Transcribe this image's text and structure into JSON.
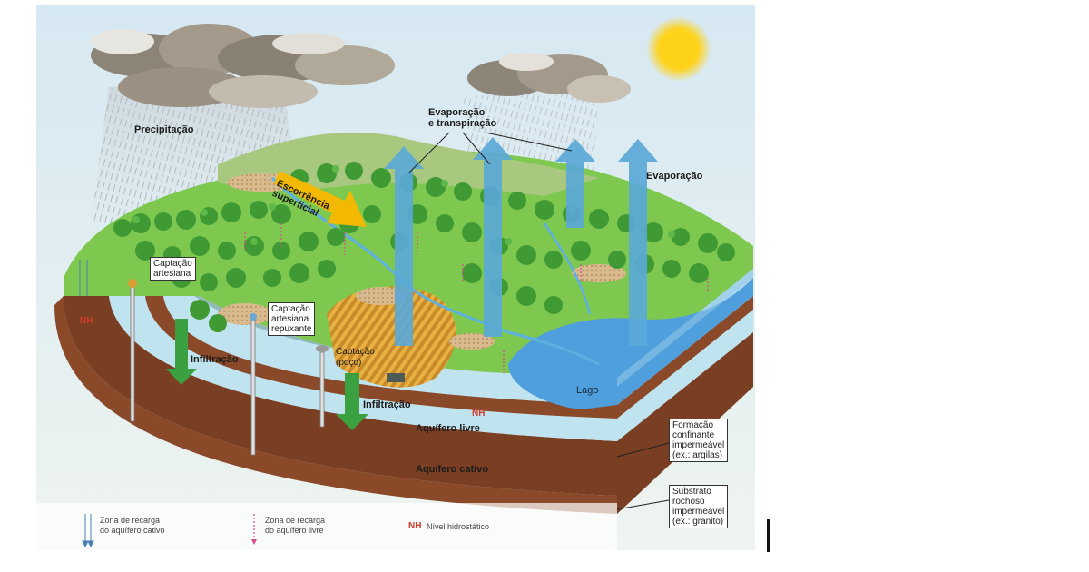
{
  "labels": {
    "precipitacao": "Precipitação",
    "evaporacao_transpiracao": [
      "Evaporação",
      "e transpiração"
    ],
    "evaporacao": "Evaporação",
    "escorrencia": [
      "Escorrência",
      "superficial"
    ],
    "captacao_artesiana": [
      "Captação",
      "artesiana"
    ],
    "captacao_repuxante": [
      "Captação",
      "artesiana",
      "repuxante"
    ],
    "captacao_poco": [
      "Captação",
      "(poço)"
    ],
    "infiltracao_1": "Infiltração",
    "infiltracao_2": "Infiltração",
    "lago": "Lago",
    "aquifero_livre": "Aquífero livre",
    "aquifero_cativo": "Aquífero cativo",
    "nh_left": "NH",
    "nh_mid": "NH",
    "formacao_confinante": [
      "Formação",
      "confinante",
      "impermeável",
      "(ex.: argilas)"
    ],
    "substrato_rochoso": [
      "Substrato",
      "rochoso",
      "impermeável",
      "(ex.: granito)"
    ]
  },
  "legend": {
    "recarga_cativo": [
      "Zona de recarga",
      "do aquífero cativo"
    ],
    "recarga_livre": [
      "Zona de recarga",
      "do aquífero livre"
    ],
    "nh_symbol": "NH",
    "nivel_hidrostatico": "Nível hidrostático"
  },
  "colors": {
    "sky": "#dcebf3",
    "grass": "#7ec850",
    "tree": "#3f9a34",
    "aquifer": "#bfe3ef",
    "clay": "#8a4a2a",
    "arrow_blue": "#5aa8d8",
    "arrow_green": "#3aa040",
    "arrow_yellow": "#f2b900",
    "lake": "#4f9fdc",
    "sun": "#ffd21a"
  }
}
